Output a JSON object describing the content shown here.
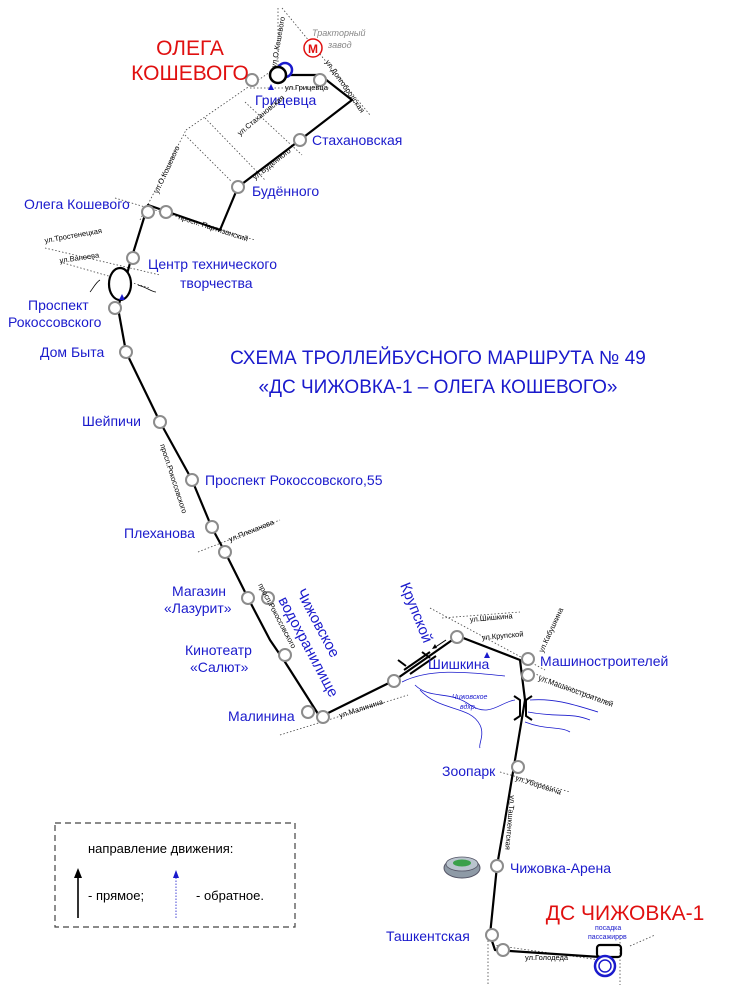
{
  "title": {
    "line1": "СХЕМА ТРОЛЛЕЙБУСНОГО МАРШРУТА № 49",
    "line2": "«ДС ЧИЖОВКА-1 – ОЛЕГА КОШЕВОГО»"
  },
  "terminals": {
    "north_line1": "ОЛЕГА",
    "north_line2": "КОШЕВОГО",
    "south": "ДС ЧИЖОВКА-1"
  },
  "stops": {
    "gritsevtsa": "Грицевца",
    "stakhanovskaya": "Стахановская",
    "budennogo": "Будённого",
    "olega_koshevogo": "Олега Кошевого",
    "tsentr_line1": "Центр технического",
    "tsentr_line2": "творчества",
    "prospekt_line1": "Проспект",
    "prospekt_line2": "Рокоссовского",
    "dom_byta": "Дом Быта",
    "sheipichi": "Шейпичи",
    "prospekt_55": "Проспект Рокоссовского,55",
    "plekhanova": "Плеханова",
    "lazurit_line1": "Магазин",
    "lazurit_line2": "«Лазурит»",
    "salyut_line1": "Кинотеатр",
    "salyut_line2": "«Салют»",
    "malinina": "Малинина",
    "shishkina": "Шишкина",
    "mashinostroitelei": "Машиностроителей",
    "zoopark": "Зоопарк",
    "chizhovka_arena": "Чижовка-Арена",
    "tashkentskaya": "Ташкентская"
  },
  "streets": {
    "o_koshevogo_top": "ул.О.Кошевого",
    "dolgobrodskaya": "ул.Долгобродская",
    "gritsevtsa": "ул.Грицевца",
    "stakhanovskaya": "ул.Стахановская",
    "budennogo": "ул.Буденного",
    "o_koshevogo": "ул.О.Кошевого",
    "partizansky": "просп. Партизанский",
    "trostenetskaya": "ул.Тростенецкая",
    "vaneeva": "ул.Ванеева",
    "rokossovskogo_1": "просп.Рокоссовского",
    "plekhanova": "ул.Плеханова",
    "rokossovskogo_2": "просп.Рокоссовского",
    "malinina": "ул.Малинина",
    "shishkina": "ул.Шишкина",
    "krupskoi": "ул.Крупской",
    "kabushkina": "ул.Кабушкина",
    "mashinostroitelei": "ул.Машиностроителей",
    "uborevicha": "ул.Уборевича",
    "tashkentskaya": "ул.Ташкентская",
    "golodeda": "ул.Голодеда"
  },
  "landmarks": {
    "tractor_line1": "Тракторный",
    "tractor_line2": "завод",
    "metro_symbol": "М",
    "reservoir_line1": "Чижовское",
    "reservoir_line2": "водохранилище",
    "reservoir_small": "Чижовское",
    "reservoir_small2": "вдхр.",
    "krupskoi_big": "Крупской",
    "boarding_line1": "посадка",
    "boarding_line2": "пассажиров"
  },
  "legend": {
    "heading": "направление движения:",
    "forward": "- прямое;",
    "reverse": "- обратное."
  },
  "colors": {
    "label_blue": "#1a1acc",
    "terminal_red": "#e01010",
    "route_black": "#000000",
    "stop_grey": "#8c8c8c",
    "metro_red": "#e01010"
  }
}
